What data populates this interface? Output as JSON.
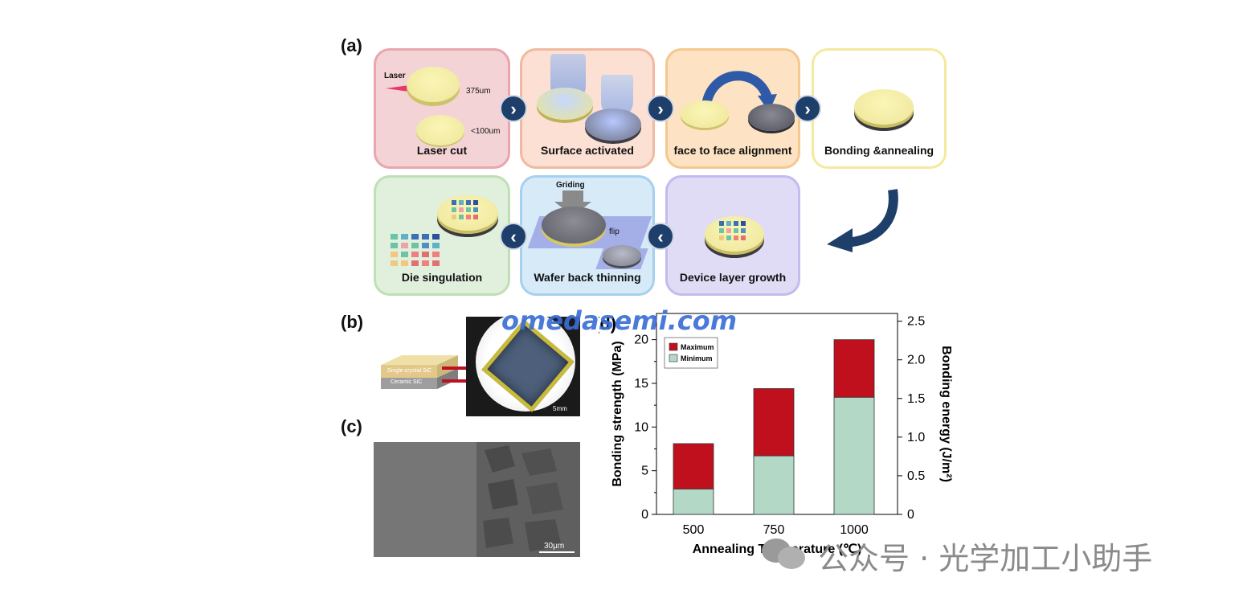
{
  "panels": {
    "a": "(a)",
    "b": "(b)",
    "c": "(c)",
    "d": "(d)"
  },
  "process_steps": [
    {
      "label": "Laser cut",
      "annot_laser": "Laser",
      "annot_thick1": "375um",
      "annot_thick2": "<100um"
    },
    {
      "label": "Surface activated"
    },
    {
      "label": "face to face alignment"
    },
    {
      "label": "Bonding &annealing"
    },
    {
      "label": "Device layer growth"
    },
    {
      "label": "Wafer back thinning",
      "annot_griding": "Griding",
      "annot_flip": "flip"
    },
    {
      "label": "Die singulation"
    }
  ],
  "panel_b": {
    "layer_top": "Single-crystal SiC",
    "layer_bottom": "Ceramic SiC",
    "scale": "5mm"
  },
  "panel_c": {
    "scale": "30μm"
  },
  "watermark": "omedasemi.com",
  "footer_watermark": "公众号 · 光学加工小助手",
  "colors": {
    "maximum": "#c0101e",
    "minimum": "#b3d8c6",
    "chevron": "#1f3f6b"
  },
  "chart_data": {
    "type": "bar",
    "stacked": true,
    "categories": [
      "500",
      "750",
      "1000"
    ],
    "series": [
      {
        "name": "Minimum",
        "values": [
          2.9,
          6.7,
          13.4
        ]
      },
      {
        "name": "Maximum",
        "values": [
          8.1,
          14.4,
          20.0
        ]
      }
    ],
    "xlabel": "Annealing Temperature (℃)",
    "ylabel": "Bonding strength (MPa)",
    "y2label": "Bonding energy (J/m²)",
    "ylim": [
      0,
      23
    ],
    "yticks": [
      "0",
      "5",
      "10",
      "15",
      "20"
    ],
    "y2ticks": [
      "0",
      "0.5",
      "1.0",
      "1.5",
      "2.0",
      "2.5"
    ],
    "legend": "top-left",
    "grid": false
  }
}
